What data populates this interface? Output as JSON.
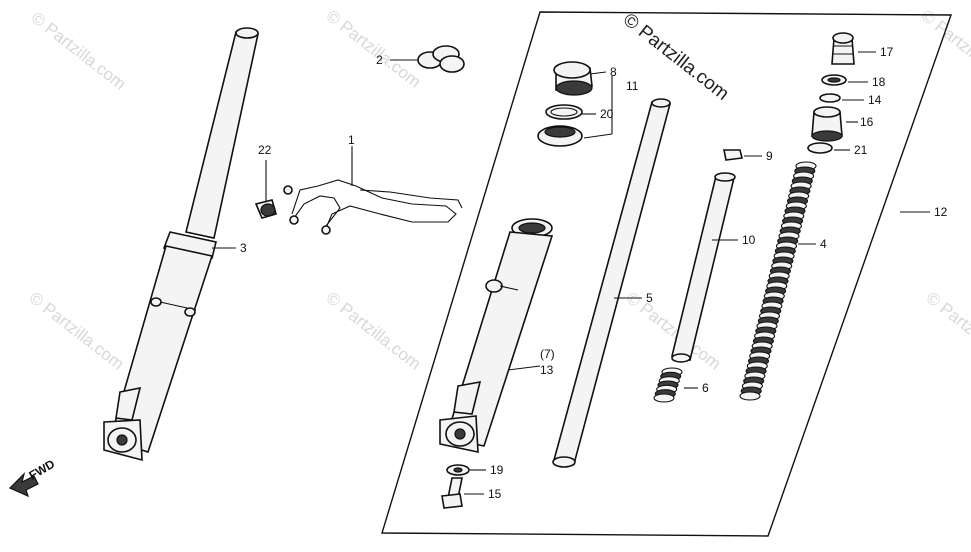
{
  "watermarks": {
    "main": "© Partzilla.com",
    "faint": "© Partzilla.com"
  },
  "direction_label": "FWD",
  "callouts": {
    "p1": "1",
    "p2": "2",
    "p3": "3",
    "p4": "4",
    "p5": "5",
    "p6": "6",
    "p7": "(7)",
    "p8": "8",
    "p9": "9",
    "p10": "10",
    "p11": "11",
    "p12": "12",
    "p13": "13",
    "p14": "14",
    "p15": "15",
    "p16": "16",
    "p17": "17",
    "p18": "18",
    "p19": "19",
    "p20": "20",
    "p21": "21",
    "p22": "22"
  },
  "colors": {
    "ink": "#111111",
    "background": "#ffffff",
    "watermark": "#d8d8d8"
  }
}
